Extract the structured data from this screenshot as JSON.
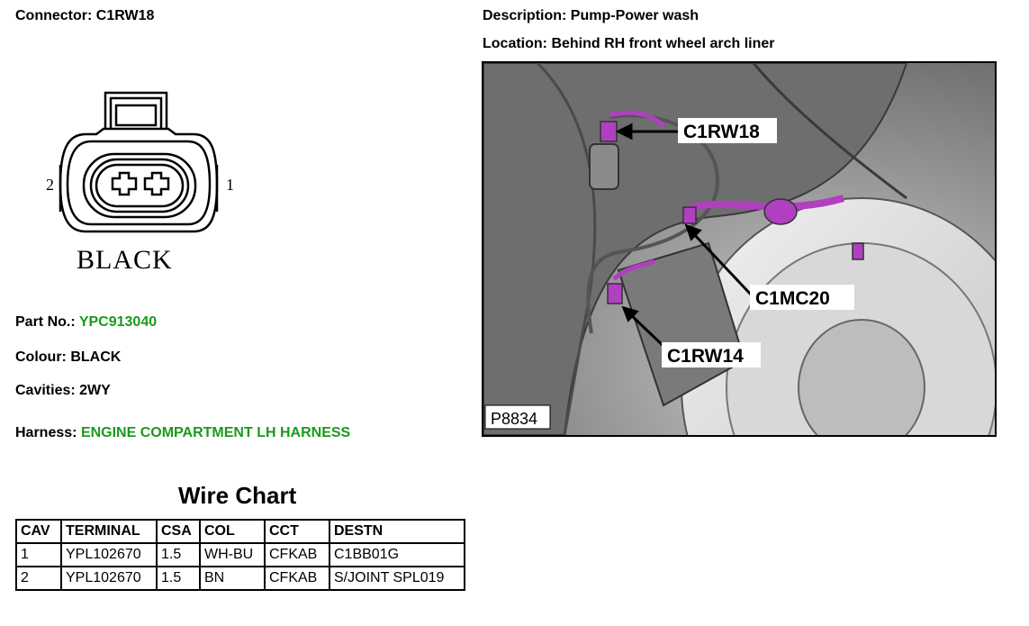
{
  "connector": {
    "label": "Connector:",
    "value": "C1RW18",
    "pin_left": "2",
    "pin_right": "1",
    "drawing_colour": "BLACK"
  },
  "description": {
    "label": "Description:",
    "value": "Pump-Power wash"
  },
  "location": {
    "label": "Location:",
    "value": "Behind RH front wheel arch liner"
  },
  "photo": {
    "callouts": [
      "C1RW18",
      "C1MC20",
      "C1RW14"
    ],
    "figure_id": "P8834"
  },
  "part_no": {
    "label": "Part No.:",
    "value": "YPC913040",
    "color": "#1a9a1a"
  },
  "colour": {
    "label": "Colour:",
    "value": "BLACK"
  },
  "cavities": {
    "label": "Cavities:",
    "value": "2WY"
  },
  "harness": {
    "label": "Harness:",
    "value": "ENGINE COMPARTMENT LH HARNESS",
    "color": "#1a9a1a"
  },
  "wire_chart": {
    "title": "Wire Chart",
    "headers": [
      "CAV",
      "TERMINAL",
      "CSA",
      "COL",
      "CCT",
      "DESTN"
    ],
    "rows": [
      [
        "1",
        "YPL102670",
        "1.5",
        "WH-BU",
        "CFKAB",
        "C1BB01G"
      ],
      [
        "2",
        "YPL102670",
        "1.5",
        "BN",
        "CFKAB",
        "S/JOINT SPL019"
      ]
    ]
  }
}
